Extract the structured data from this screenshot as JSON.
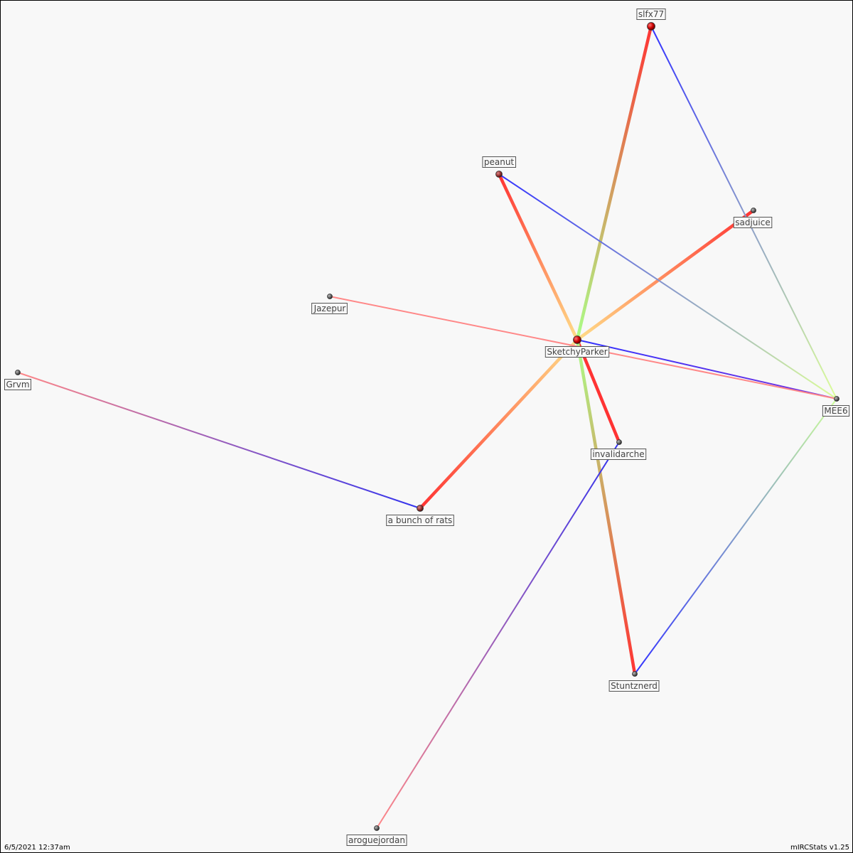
{
  "nodes": [
    {
      "id": "SketchyParker",
      "label": "SketchyParker",
      "size": "large"
    },
    {
      "id": "slfx77",
      "label": "slfx77",
      "size": "large"
    },
    {
      "id": "peanut",
      "label": "peanut",
      "size": "medium"
    },
    {
      "id": "sadjuice",
      "label": "sadjuice",
      "size": "small"
    },
    {
      "id": "Jazepur",
      "label": "Jazepur",
      "size": "small"
    },
    {
      "id": "Grvm",
      "label": "Grvm",
      "size": "small"
    },
    {
      "id": "MEE6",
      "label": "MEE6",
      "size": "small"
    },
    {
      "id": "invalidarche",
      "label": "invalidarche",
      "size": "small"
    },
    {
      "id": "a bunch of rats",
      "label": "a bunch of rats",
      "size": "medium"
    },
    {
      "id": "Stuntznerd",
      "label": "Stuntznerd",
      "size": "small"
    },
    {
      "id": "aroguejordan",
      "label": "aroguejordan",
      "size": "small"
    }
  ],
  "edges": [
    {
      "from": "SketchyParker",
      "to": "slfx77",
      "weight": "heavy",
      "from_color": "#aaff88",
      "to_color": "#ff3333"
    },
    {
      "from": "SketchyParker",
      "to": "peanut",
      "weight": "heavy",
      "from_color": "#ffdd88",
      "to_color": "#ff3333"
    },
    {
      "from": "SketchyParker",
      "to": "sadjuice",
      "weight": "heavy",
      "from_color": "#ffdd88",
      "to_color": "#ff3333"
    },
    {
      "from": "SketchyParker",
      "to": "a bunch of rats",
      "weight": "heavy",
      "from_color": "#ffdd88",
      "to_color": "#ff3333"
    },
    {
      "from": "SketchyParker",
      "to": "invalidarche",
      "weight": "heavy",
      "from_color": "#ff3333",
      "to_color": "#ff3333"
    },
    {
      "from": "SketchyParker",
      "to": "Stuntznerd",
      "weight": "heavy",
      "from_color": "#aaff88",
      "to_color": "#ff3333"
    },
    {
      "from": "SketchyParker",
      "to": "MEE6",
      "weight": "light",
      "from_color": "#3333ff",
      "to_color": "#7733dd"
    },
    {
      "from": "Jazepur",
      "to": "MEE6",
      "weight": "light",
      "from_color": "#ff8888",
      "to_color": "#ff8888"
    },
    {
      "from": "slfx77",
      "to": "MEE6",
      "weight": "light",
      "from_color": "#3333ff",
      "to_color": "#ddff99"
    },
    {
      "from": "peanut",
      "to": "MEE6",
      "weight": "light",
      "from_color": "#3333ff",
      "to_color": "#ddff99"
    },
    {
      "from": "Stuntznerd",
      "to": "MEE6",
      "weight": "light",
      "from_color": "#3333ff",
      "to_color": "#ccff99"
    },
    {
      "from": "Grvm",
      "to": "a bunch of rats",
      "weight": "light",
      "from_color": "#ff8888",
      "to_color": "#3333ee"
    },
    {
      "from": "aroguejordan",
      "to": "invalidarche",
      "weight": "light",
      "from_color": "#ff8888",
      "to_color": "#3333ee"
    }
  ],
  "footer": {
    "timestamp": "6/5/2021 12:37am",
    "app": "mIRCStats v1.25"
  }
}
